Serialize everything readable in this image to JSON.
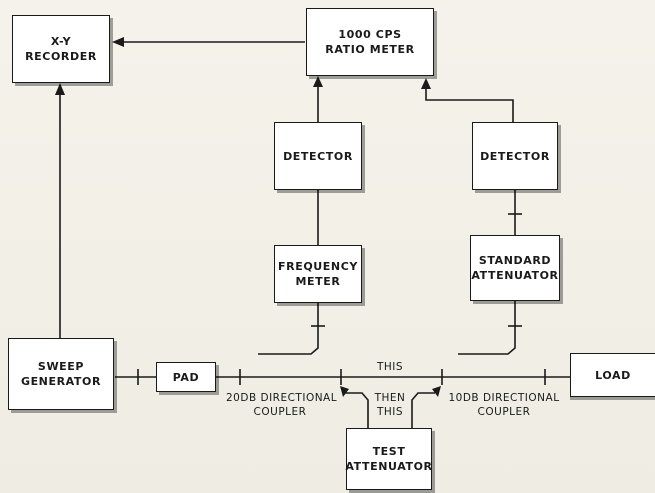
{
  "boxes": {
    "xy_recorder": [
      "X-Y",
      "RECORDER"
    ],
    "ratio_meter": [
      "1000 CPS",
      "RATIO  METER"
    ],
    "detector_left": [
      "DETECTOR"
    ],
    "detector_right": [
      "DETECTOR"
    ],
    "frequency_meter": [
      "FREQUENCY",
      "METER"
    ],
    "standard_attenuator": [
      "STANDARD",
      "ATTENUATOR"
    ],
    "sweep_generator": [
      "SWEEP",
      "GENERATOR"
    ],
    "pad": [
      "PAD"
    ],
    "load": [
      "LOAD"
    ],
    "test_attenuator": [
      "TEST",
      "ATTENUATOR"
    ]
  },
  "labels": {
    "coupler_20db": [
      "20DB DIRECTIONAL",
      "COUPLER"
    ],
    "coupler_10db": [
      "10DB DIRECTIONAL",
      "COUPLER"
    ],
    "this": "THIS",
    "then_this": [
      "THEN",
      "THIS"
    ]
  }
}
